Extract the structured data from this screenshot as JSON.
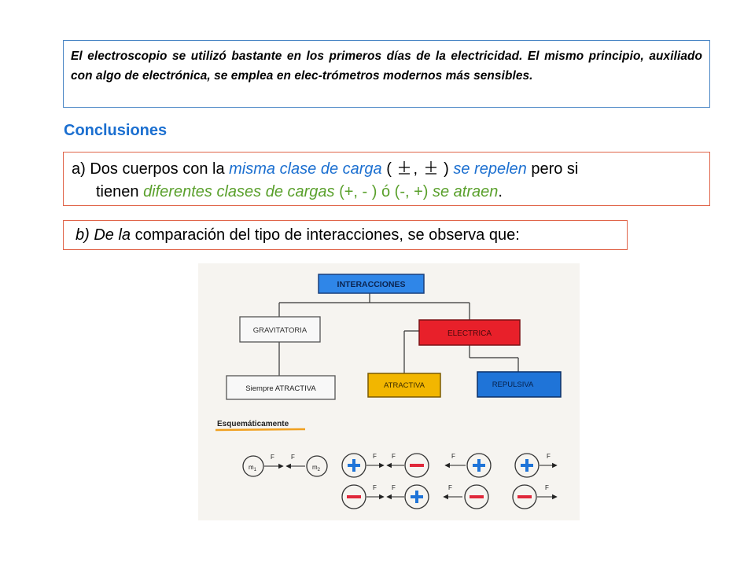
{
  "intro": {
    "text": "El electroscopio se utilizó bastante en los primeros días de la electricidad. El mismo principio, auxiliado con algo de electrónica, se emplea en elec-trómetros modernos más sensibles."
  },
  "heading": "Conclusiones",
  "conclusion_a": {
    "marker": "a)",
    "t1": "Dos  cuerpos  con  la",
    "t2": "misma clase de carga",
    "t3": "(",
    "t4": ",",
    "t5": ")",
    "t6": "se repelen",
    "t7": "pero si",
    "t8": "tienen",
    "t9": "diferentes clases  de  cargas",
    "t10": "(+, - )   ó  (-, +)",
    "t11": "se atraen",
    "t12": "."
  },
  "conclusion_b": {
    "t1": "b)  De la",
    "t2": "comparación del tipo de interacciones, se observa que:"
  },
  "figure": {
    "root": "INTERACCIONES",
    "gravitational": "GRAVITATORIA",
    "gravitational_result": "Siempre  ATRACTIVA",
    "electric": "ELECTRICA",
    "attractive": "ATRACTIVA",
    "repulsive": "REPULSIVA",
    "schematic_label": "Esquemáticamente",
    "mass1": "m",
    "mass1_sub": "1",
    "mass2": "m",
    "mass2_sub": "2",
    "force": "F",
    "force_vec": "F",
    "plus": "+",
    "minus": "−",
    "colors": {
      "root_fill": "#2f86e8",
      "electric_fill": "#e8202a",
      "attractive_fill": "#f2b600",
      "repulsive_fill": "#1f74d8",
      "plus_color": "#1f74d8",
      "minus_color": "#e0283a"
    }
  }
}
